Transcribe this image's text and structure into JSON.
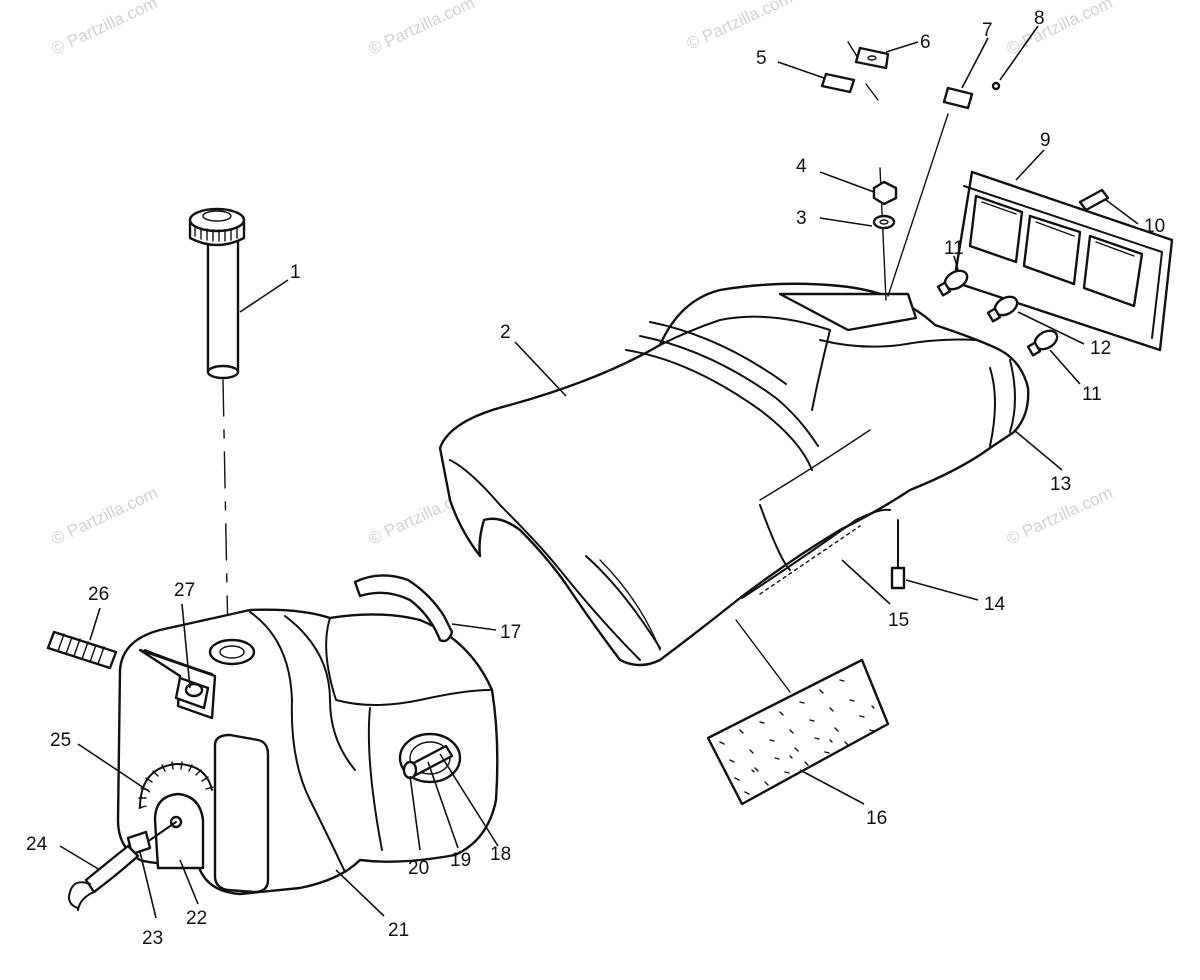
{
  "watermark": "© Partzilla.com",
  "callouts": [
    "1",
    "2",
    "3",
    "4",
    "5",
    "6",
    "7",
    "8",
    "9",
    "10",
    "11",
    "11",
    "12",
    "13",
    "14",
    "15",
    "16",
    "17",
    "18",
    "19",
    "20",
    "21",
    "22",
    "23",
    "24",
    "25",
    "26",
    "27"
  ]
}
